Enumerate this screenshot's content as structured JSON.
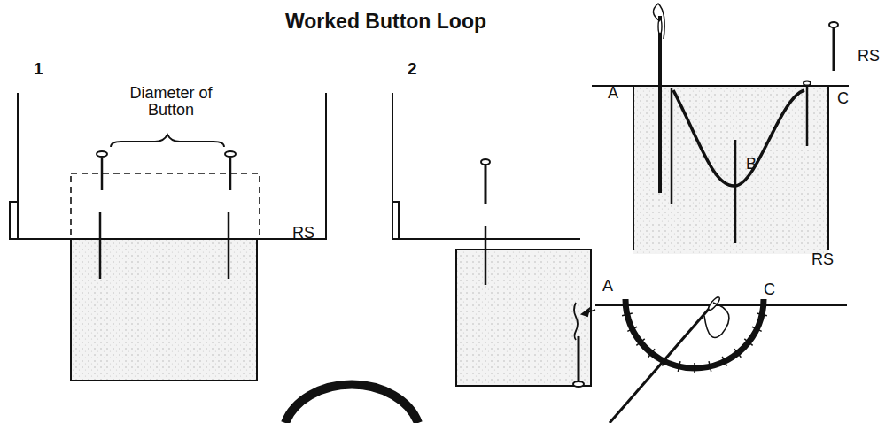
{
  "diagram": {
    "title": "Worked Button Loop",
    "labels": [
      "1",
      "Diameter of Button",
      "RS",
      "2",
      "A",
      "B",
      "C",
      "RS",
      "RS",
      "A",
      "C"
    ]
  }
}
